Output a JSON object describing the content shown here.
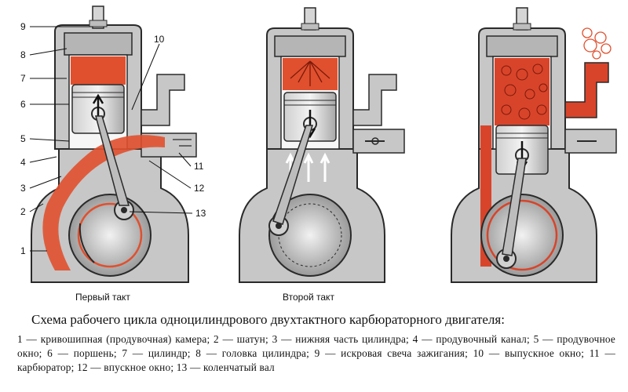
{
  "part_numbers": [
    "1",
    "2",
    "3",
    "4",
    "5",
    "6",
    "7",
    "8",
    "9",
    "10",
    "11",
    "12",
    "13"
  ],
  "stages": [
    {
      "label": "Первый такт"
    },
    {
      "label": "Второй такт"
    }
  ],
  "caption": {
    "title": "Схема рабочего цикла одноцилиндрового двухтактного карбюраторного двигателя:",
    "legend": "1 — кривошипная (продувочная) камера; 2 — шатун; 3 — нижняя часть цилиндра; 4 — продувочный канал; 5 — продувочное окно; 6 — поршень; 7 — цилиндр; 8 — головка цилиндра; 9 — искровая свеча зажигания; 10 — выпускное окно; 11 — карбюратор; 12 — впускное окно; 13 — коленчатый вал"
  },
  "colors": {
    "body": "#c7c7c7",
    "body_dark": "#8d8d8d",
    "outline": "#2a2a2a",
    "mixture": "#e0502e",
    "exhaust": "#d8442a",
    "background": "#ffffff"
  }
}
